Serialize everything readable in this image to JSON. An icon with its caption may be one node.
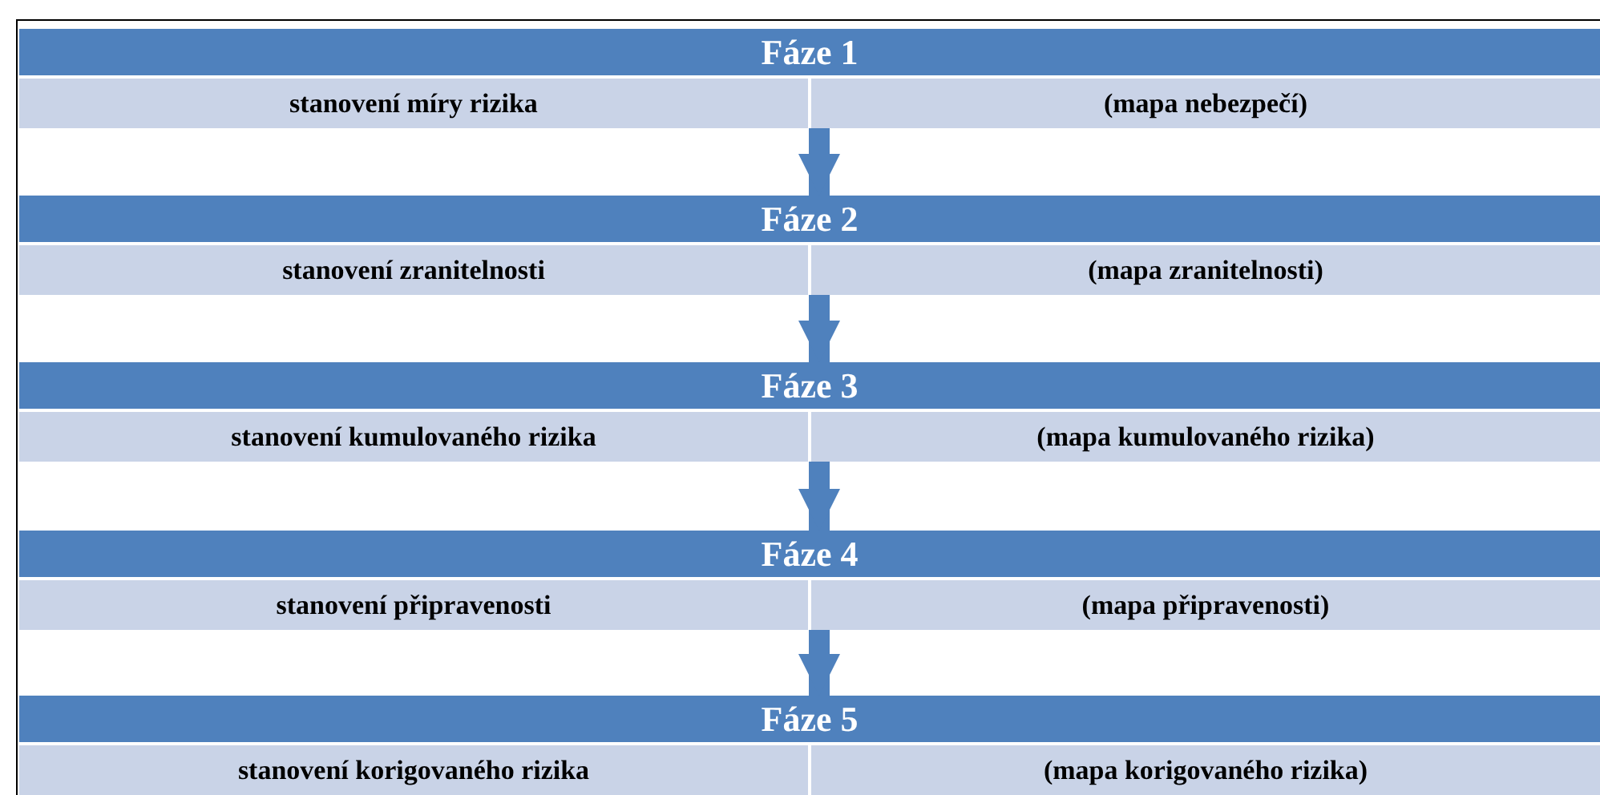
{
  "diagram": {
    "nodes": [
      {
        "text": [
          "Fáze 1",
          "stanovení míry rizika",
          "(mapa nebezpečí)"
        ]
      },
      {
        "text": [
          "Fáze 2",
          "stanovení zranitelnosti",
          "(mapa zranitelnosti)"
        ]
      },
      {
        "text": [
          "Fáze 3",
          "stanovení kumulovaného rizika",
          "(mapa kumulovaného rizika)"
        ]
      },
      {
        "text": [
          "Fáze 4",
          "stanovení připravenosti",
          "(mapa připravenosti)"
        ]
      },
      {
        "text": [
          "Fáze 5",
          "stanovení korigovaného rizika",
          "(mapa korigovaného rizika)"
        ]
      }
    ],
    "edges": [
      {
        "from": 0,
        "to": 1,
        "arrow": "to"
      },
      {
        "from": 1,
        "to": 2,
        "arrow": "to"
      },
      {
        "from": 2,
        "to": 3,
        "arrow": "to"
      },
      {
        "from": 3,
        "to": 4,
        "arrow": "to"
      }
    ]
  }
}
